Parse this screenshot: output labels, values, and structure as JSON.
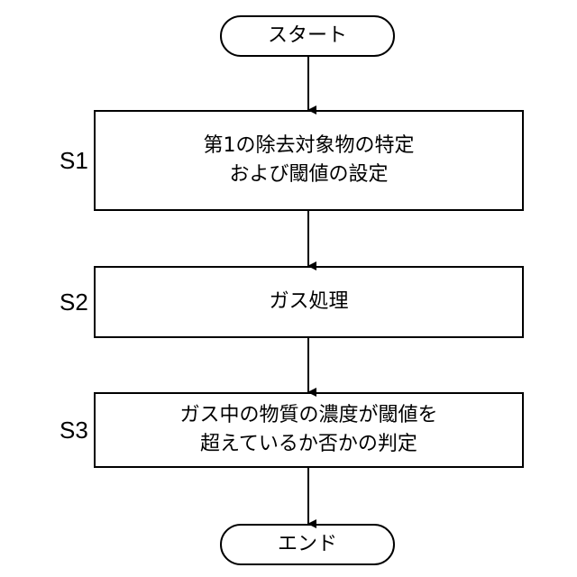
{
  "flowchart": {
    "start": {
      "label": "スタート"
    },
    "steps": [
      {
        "id": "S1",
        "label": "第1の除去対象物の特定\nおよび閾値の設定"
      },
      {
        "id": "S2",
        "label": "ガス処理"
      },
      {
        "id": "S3",
        "label": "ガス中の物質の濃度が閾値を\n超えているか否かの判定"
      }
    ],
    "end": {
      "label": "エンド"
    }
  }
}
